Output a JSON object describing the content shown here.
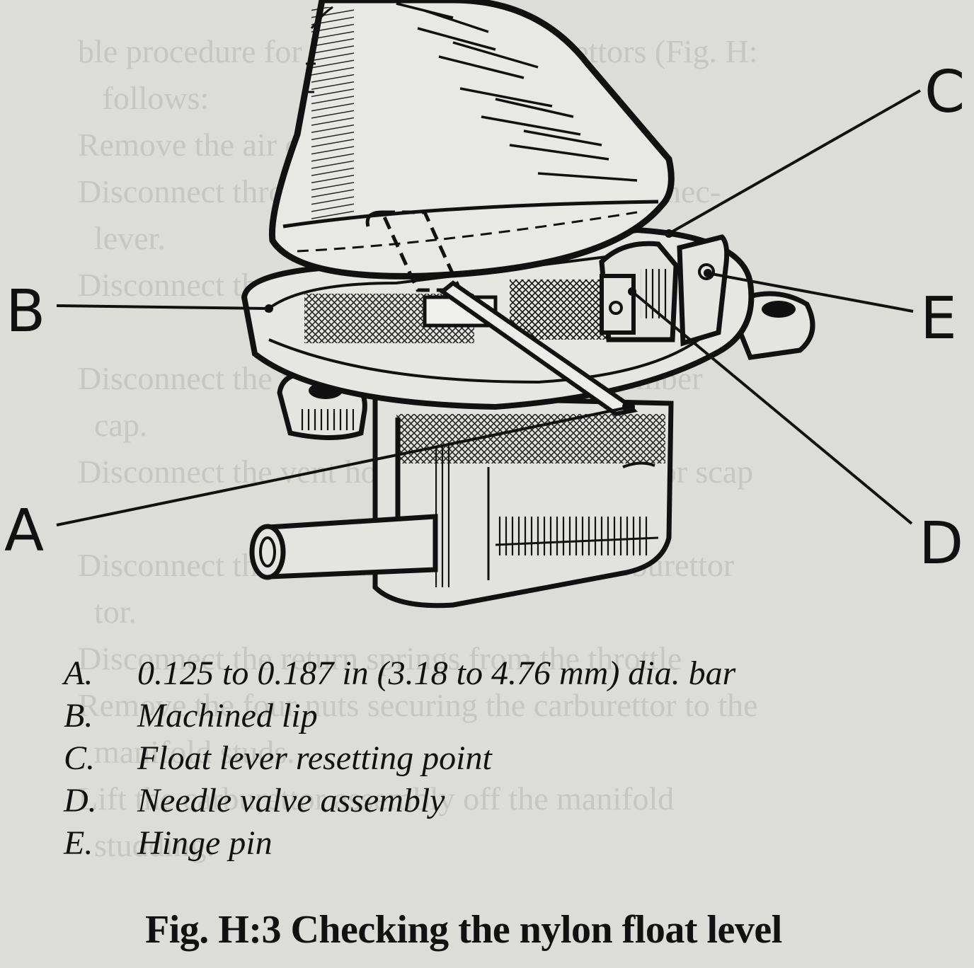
{
  "figure": {
    "callout_labels": [
      "A",
      "B",
      "C",
      "D",
      "E"
    ],
    "legend": [
      {
        "key": "A.",
        "text": "0.125 to 0.187 in (3.18 to 4.76 mm) dia. bar"
      },
      {
        "key": "B.",
        "text": "Machined lip"
      },
      {
        "key": "C.",
        "text": "Float lever resetting point"
      },
      {
        "key": "D.",
        "text": "Needle valve assembly"
      },
      {
        "key": "E.",
        "text": "Hinge pin"
      }
    ],
    "caption": "Fig. H:3 Checking the nylon float level"
  },
  "colors": {
    "paper": "#dcdcd8",
    "ink": "#111111",
    "show_through": "#c6c6c3"
  }
}
